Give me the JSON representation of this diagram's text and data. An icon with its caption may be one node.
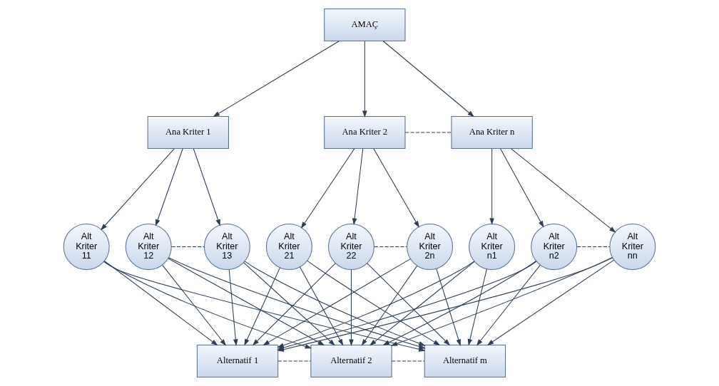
{
  "diagram": {
    "nodes": [
      {
        "text": [
          "AMAÇ"
        ]
      },
      {
        "text": [
          "Ana Kriter 1"
        ]
      },
      {
        "text": [
          "Ana Kriter 2"
        ]
      },
      {
        "text": [
          "Ana Kriter n"
        ]
      },
      {
        "text": [
          "Alt Kriter 11"
        ]
      },
      {
        "text": [
          "Alt Kriter 12"
        ]
      },
      {
        "text": [
          "Alt Kriter 13"
        ]
      },
      {
        "text": [
          "Alt Kriter 21"
        ]
      },
      {
        "text": [
          "Alt Kriter 22"
        ]
      },
      {
        "text": [
          "Alt Kriter 2n"
        ]
      },
      {
        "text": [
          "Alt Kriter n1"
        ]
      },
      {
        "text": [
          "Alt Kriter n2"
        ]
      },
      {
        "text": [
          "Alt Kriter nn"
        ]
      },
      {
        "text": [
          "Alternatif 1"
        ]
      },
      {
        "text": [
          "Alternatif 2"
        ]
      },
      {
        "text": [
          "Alternatif m"
        ]
      }
    ],
    "edges": [
      {
        "from": 0,
        "to": 1,
        "arrow": "to"
      },
      {
        "from": 0,
        "to": 2,
        "arrow": "to"
      },
      {
        "from": 0,
        "to": 3,
        "arrow": "to"
      },
      {
        "from": 2,
        "to": 3,
        "arrow": "none",
        "style": "dashed"
      },
      {
        "from": 1,
        "to": 4,
        "arrow": "to"
      },
      {
        "from": 1,
        "to": 5,
        "arrow": "to"
      },
      {
        "from": 1,
        "to": 6,
        "arrow": "to"
      },
      {
        "from": 2,
        "to": 7,
        "arrow": "to"
      },
      {
        "from": 2,
        "to": 8,
        "arrow": "to"
      },
      {
        "from": 2,
        "to": 9,
        "arrow": "to"
      },
      {
        "from": 3,
        "to": 10,
        "arrow": "to"
      },
      {
        "from": 3,
        "to": 11,
        "arrow": "to"
      },
      {
        "from": 3,
        "to": 12,
        "arrow": "to"
      },
      {
        "from": 5,
        "to": 6,
        "arrow": "none",
        "style": "dashed"
      },
      {
        "from": 8,
        "to": 9,
        "arrow": "none",
        "style": "dashed"
      },
      {
        "from": 11,
        "to": 12,
        "arrow": "none",
        "style": "dashed"
      },
      {
        "from": 4,
        "to": 13,
        "arrow": "to"
      },
      {
        "from": 4,
        "to": 14,
        "arrow": "to"
      },
      {
        "from": 4,
        "to": 15,
        "arrow": "to"
      },
      {
        "from": 5,
        "to": 13,
        "arrow": "to"
      },
      {
        "from": 5,
        "to": 14,
        "arrow": "to"
      },
      {
        "from": 5,
        "to": 15,
        "arrow": "to"
      },
      {
        "from": 6,
        "to": 13,
        "arrow": "to"
      },
      {
        "from": 6,
        "to": 14,
        "arrow": "to"
      },
      {
        "from": 6,
        "to": 15,
        "arrow": "to"
      },
      {
        "from": 7,
        "to": 13,
        "arrow": "to"
      },
      {
        "from": 7,
        "to": 14,
        "arrow": "to"
      },
      {
        "from": 7,
        "to": 15,
        "arrow": "to"
      },
      {
        "from": 8,
        "to": 13,
        "arrow": "to"
      },
      {
        "from": 8,
        "to": 14,
        "arrow": "to"
      },
      {
        "from": 8,
        "to": 15,
        "arrow": "to"
      },
      {
        "from": 9,
        "to": 13,
        "arrow": "to"
      },
      {
        "from": 9,
        "to": 14,
        "arrow": "to"
      },
      {
        "from": 9,
        "to": 15,
        "arrow": "to"
      },
      {
        "from": 10,
        "to": 13,
        "arrow": "to"
      },
      {
        "from": 10,
        "to": 14,
        "arrow": "to"
      },
      {
        "from": 10,
        "to": 15,
        "arrow": "to"
      },
      {
        "from": 11,
        "to": 13,
        "arrow": "to"
      },
      {
        "from": 11,
        "to": 14,
        "arrow": "to"
      },
      {
        "from": 11,
        "to": 15,
        "arrow": "to"
      },
      {
        "from": 12,
        "to": 13,
        "arrow": "to"
      },
      {
        "from": 12,
        "to": 14,
        "arrow": "to"
      },
      {
        "from": 12,
        "to": 15,
        "arrow": "to"
      },
      {
        "from": 13,
        "to": 14,
        "arrow": "none",
        "style": "dashed"
      },
      {
        "from": 14,
        "to": 15,
        "arrow": "none",
        "style": "dashed"
      }
    ]
  }
}
